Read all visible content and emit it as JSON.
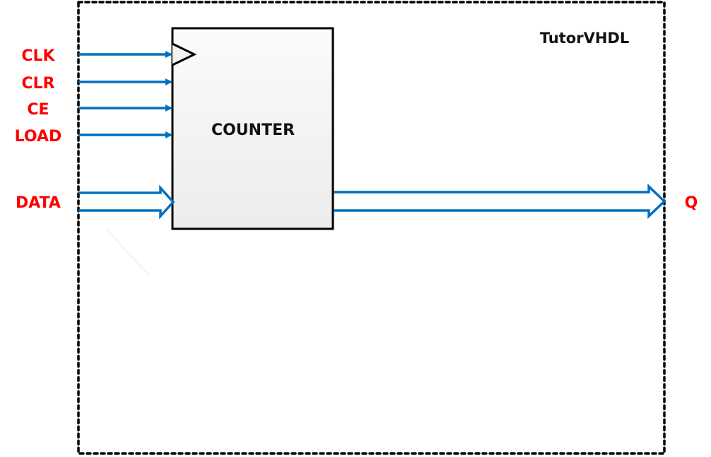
{
  "diagram": {
    "title": "TutorVHDL",
    "block": {
      "label": "COUNTER"
    },
    "inputs": [
      {
        "label": "CLK",
        "type": "clock"
      },
      {
        "label": "CLR",
        "type": "single"
      },
      {
        "label": "CE",
        "type": "single"
      },
      {
        "label": "LOAD",
        "type": "single"
      },
      {
        "label": "DATA",
        "type": "bus"
      }
    ],
    "outputs": [
      {
        "label": "Q",
        "type": "bus"
      }
    ],
    "colors": {
      "wire": "#0070c0",
      "signal_label": "#ff0000",
      "block_fill_top": "#fafafa",
      "block_fill_bottom": "#ececec",
      "border": "#000000"
    }
  }
}
